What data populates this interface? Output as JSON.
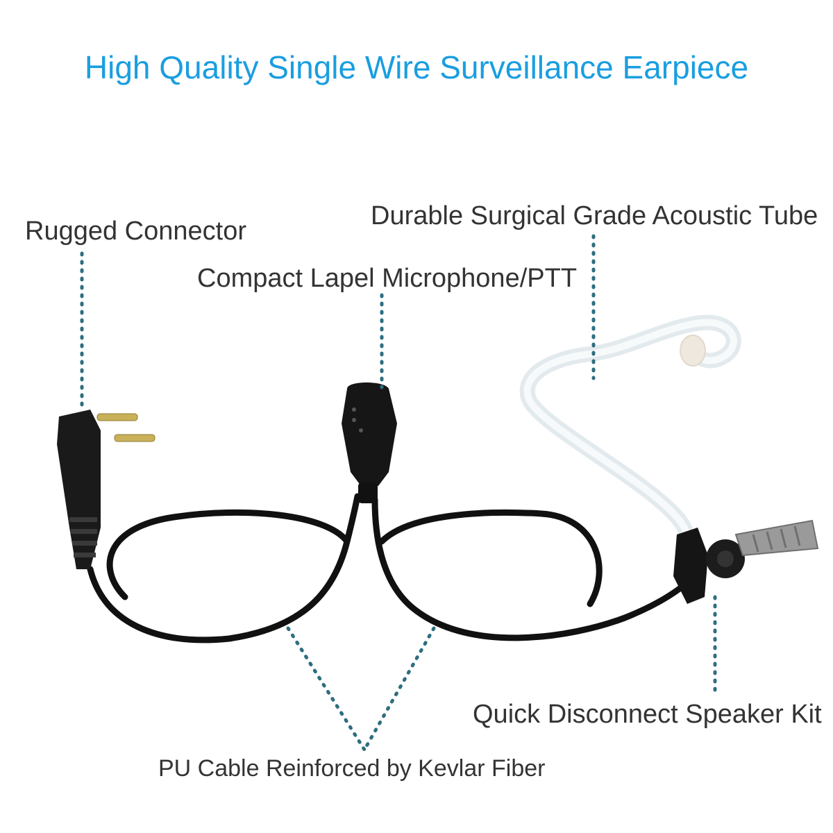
{
  "title": "High Quality Single Wire Surveillance Earpiece",
  "labels": {
    "rugged_connector": "Rugged Connector",
    "lapel_mic": "Compact Lapel Microphone/PTT",
    "acoustic_tube": "Durable Surgical Grade Acoustic Tube",
    "speaker_kit": "Quick Disconnect Speaker Kit",
    "cable": "PU Cable Reinforced by Kevlar Fiber"
  },
  "colors": {
    "title": "#1a9ee0",
    "label": "#333333",
    "leader_dots": "#2e6e80",
    "cable": "#111111",
    "tube": "#e8eef2"
  }
}
